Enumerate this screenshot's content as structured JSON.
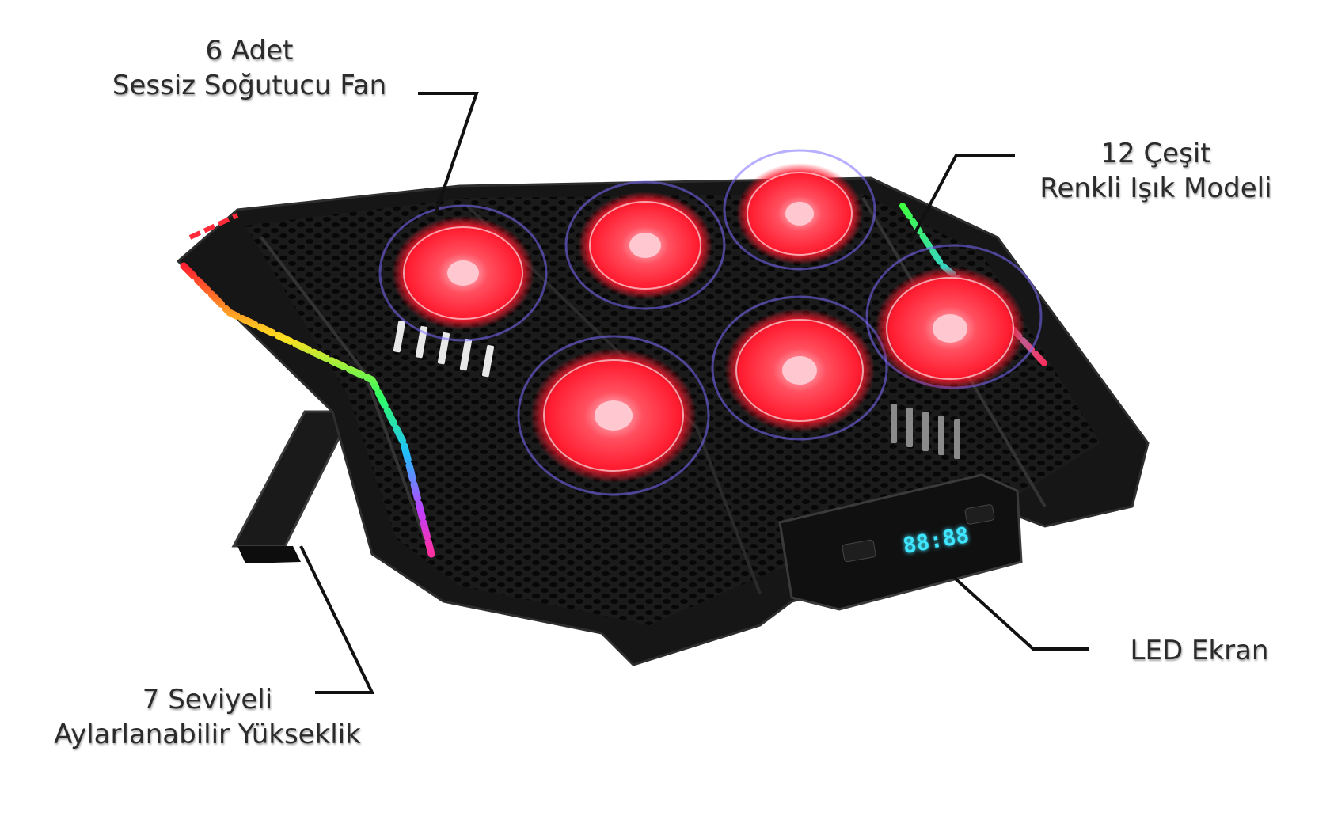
{
  "callouts": {
    "fans": {
      "line1": "6 Adet",
      "line2": "Sessiz Soğutucu Fan"
    },
    "lighting": {
      "line1": "12 Çeşit",
      "line2": "Renkli Işık Modeli"
    },
    "led_screen": {
      "line1": "LED Ekran"
    },
    "height": {
      "line1": "7 Seviyeli",
      "line2": "Aylarlanabilir Yükseklik"
    }
  },
  "led_display": {
    "text": "88:88"
  },
  "colors": {
    "body": "#141414",
    "fan_red": "#ff2a3a",
    "fan_glow": "#7b6cff",
    "led_cyan": "#3fe6ff",
    "text": "#2b2b2b"
  }
}
